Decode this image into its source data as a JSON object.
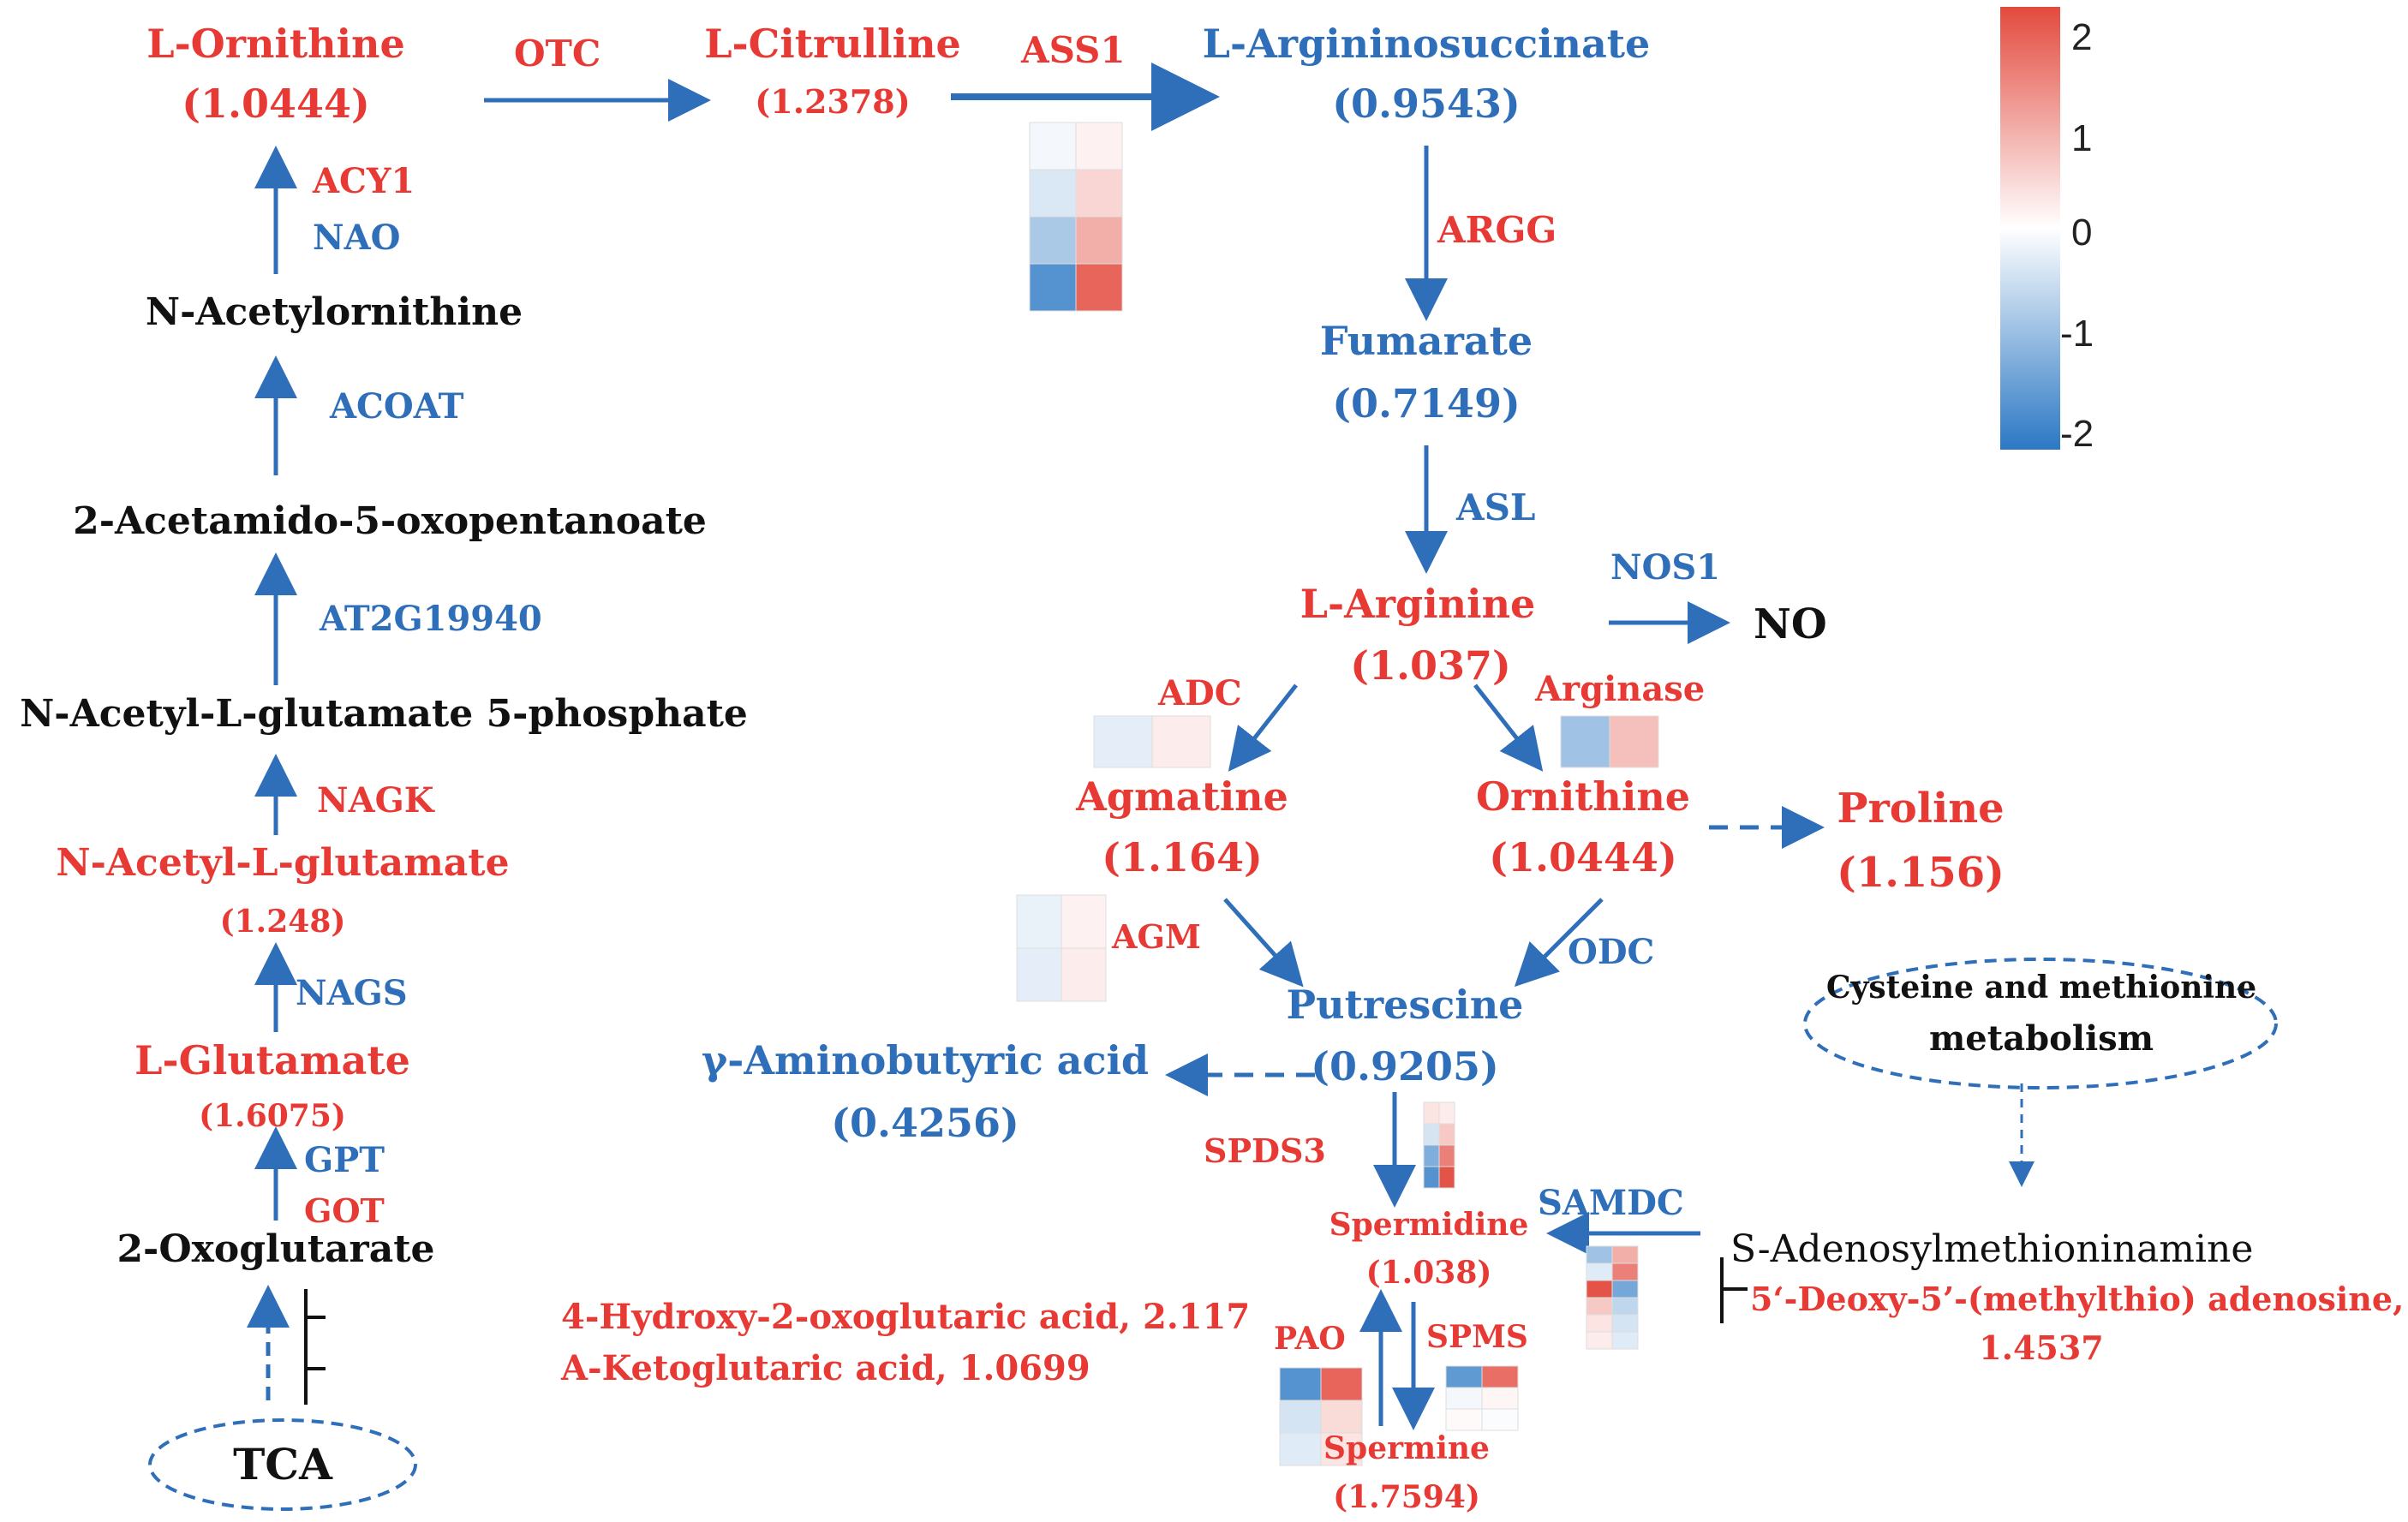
{
  "colors": {
    "up": "#e83a35",
    "down": "#2f6fba",
    "neutral": "#111111",
    "arrow": "#2f6fba"
  },
  "colorbar": {
    "ticks": [
      "2",
      "1",
      "0",
      "-1",
      "-2"
    ],
    "range": [
      -2,
      2
    ]
  },
  "metabolites": {
    "ornithine_l": {
      "name": "L-Ornithine",
      "value": "(1.0444)"
    },
    "citrulline": {
      "name": "L-Citrulline",
      "value": "(1.2378)"
    },
    "argininosuccinate": {
      "name": "L-Argininosuccinate",
      "value": "(0.9543)"
    },
    "n_acetylornithine": {
      "name": "N-Acetylornithine"
    },
    "acetamido": {
      "name": "2-Acetamido-5-oxopentanoate"
    },
    "nag5p": {
      "name": "N-Acetyl-L-glutamate 5-phosphate"
    },
    "nag": {
      "name": "N-Acetyl-L-glutamate",
      "value": "(1.248)"
    },
    "glutamate": {
      "name": "L-Glutamate",
      "value": "(1.6075)"
    },
    "oxoglutarate": {
      "name": "2-Oxoglutarate"
    },
    "tca": {
      "name": "TCA"
    },
    "fumarate": {
      "name": "Fumarate",
      "value": "(0.7149)"
    },
    "arginine": {
      "name": "L-Arginine",
      "value": "(1.037)"
    },
    "no": {
      "name": "NO"
    },
    "agmatine": {
      "name": "Agmatine",
      "value": "(1.164)"
    },
    "ornithine": {
      "name": "Ornithine",
      "value": "(1.0444)"
    },
    "proline": {
      "name": "Proline",
      "value": "(1.156)"
    },
    "putrescine": {
      "name": "Putrescine",
      "value": "(0.9205)"
    },
    "gaba": {
      "name": "γ-Aminobutyric acid",
      "value": "(0.4256)"
    },
    "spermidine": {
      "name": "Spermidine",
      "value": "(1.038)"
    },
    "spermine": {
      "name": "Spermine",
      "value": "(1.7594)"
    },
    "sam": {
      "name": "S-Adenosylmethioninamine"
    },
    "mta": {
      "line1": "5‘-Deoxy-5’-(methylthio) adenosine,",
      "line2": "1.4537"
    },
    "hydroxy": {
      "line1": "4-Hydroxy-2-oxoglutaric  acid, 2.117",
      "line2": "A-Ketoglutaric acid, 1.0699"
    },
    "cysteine": {
      "line1": "Cysteine and methionine",
      "line2": "metabolism"
    }
  },
  "enzymes": {
    "otc": "OTC",
    "ass1": "ASS1",
    "acy1": "ACY1",
    "nao": "NAO",
    "acoat": "ACOAT",
    "at2g19940": "AT2G19940",
    "nagk": "NAGK",
    "nags": "NAGS",
    "gpt": "GPT",
    "got": "GOT",
    "argg": "ARGG",
    "asl": "ASL",
    "nos1": "NOS1",
    "adc": "ADC",
    "arginase": "Arginase",
    "agm": "AGM",
    "odc": "ODC",
    "spds3": "SPDS3",
    "samdc": "SAMDC",
    "pao": "PAO",
    "spms": "SPMS"
  },
  "heatmaps": {
    "ass1": [
      [
        -0.1,
        0.15
      ],
      [
        -0.35,
        0.45
      ],
      [
        -0.8,
        0.9
      ],
      [
        -1.6,
        1.7
      ]
    ],
    "adc": [
      [
        -0.25,
        0.2
      ]
    ],
    "arginase": [
      [
        -0.9,
        0.7
      ]
    ],
    "agm": [
      [
        -0.2,
        0.15
      ],
      [
        -0.25,
        0.2
      ]
    ],
    "spds3": [
      [
        0.3
      ],
      [
        -0.4
      ],
      [
        -1.2
      ],
      [
        -1.6
      ]
    ],
    "spds3_b": [
      [
        0.2
      ],
      [
        0.6
      ],
      [
        1.4
      ],
      [
        1.9
      ]
    ],
    "samdc": [
      [
        -0.9,
        0.9
      ],
      [
        -0.3,
        1.4
      ],
      [
        1.9,
        -1.3
      ],
      [
        0.6,
        -0.6
      ],
      [
        0.3,
        -0.4
      ],
      [
        0.2,
        -0.3
      ]
    ],
    "pao": [
      [
        -1.6,
        1.7
      ],
      [
        -0.4,
        0.4
      ],
      [
        -0.3,
        0.3
      ]
    ],
    "spms": [
      [
        -1.5,
        1.6
      ],
      [
        -0.1,
        0.1
      ],
      [
        0.05,
        -0.05
      ]
    ]
  }
}
